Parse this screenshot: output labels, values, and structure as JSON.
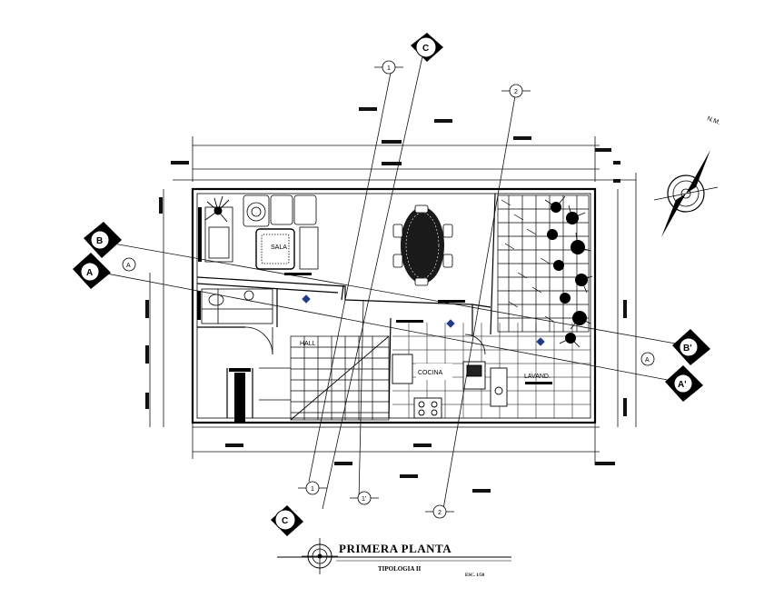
{
  "title": "PRIMERA PLANTA",
  "subtitle": "TIPOLOGIA II",
  "scale": "ESC. 1/50",
  "north_label": "N.M.",
  "rooms": {
    "sala": "SALA",
    "hall": "HALL",
    "cocina": "COCINA",
    "lavanderia": "LAVAND."
  },
  "section_marks": {
    "a": "A",
    "a_prime": "A'",
    "b": "B",
    "b_prime": "B'",
    "c": "C"
  },
  "axis_labels": {
    "one": "1",
    "one_prime": "1'",
    "two": "2"
  }
}
